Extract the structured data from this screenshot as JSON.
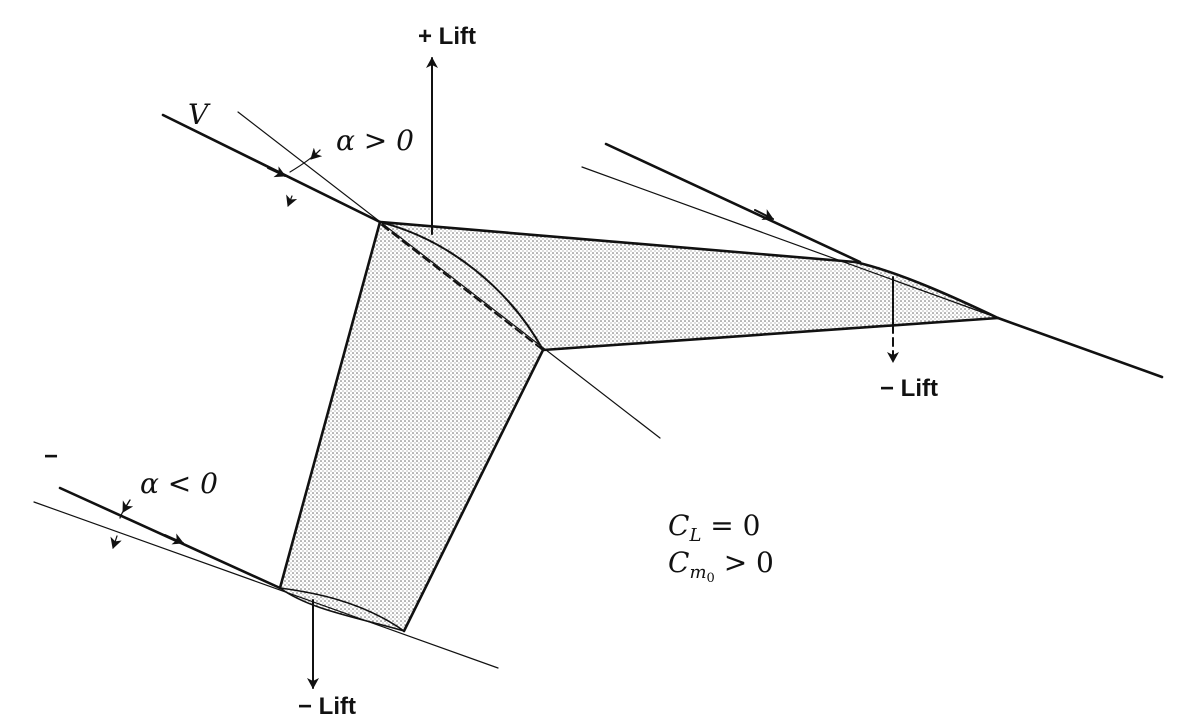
{
  "labels": {
    "plus_lift": "+ Lift",
    "minus_lift_right": "− Lift",
    "minus_lift_bottom": "− Lift",
    "velocity": "V",
    "alpha_positive": "α > 0",
    "alpha_negative": "α < 0",
    "stray_dash": "−",
    "cl_eq": "C",
    "cl_sub": "L",
    "cl_rhs": " = 0",
    "cm_eq": "C",
    "cm_sub": "m",
    "cm_subsub": "0",
    "cm_rhs": " > 0"
  },
  "colors": {
    "ink": "#111111",
    "shade": "#bdbdbd",
    "paper": "#ffffff"
  }
}
